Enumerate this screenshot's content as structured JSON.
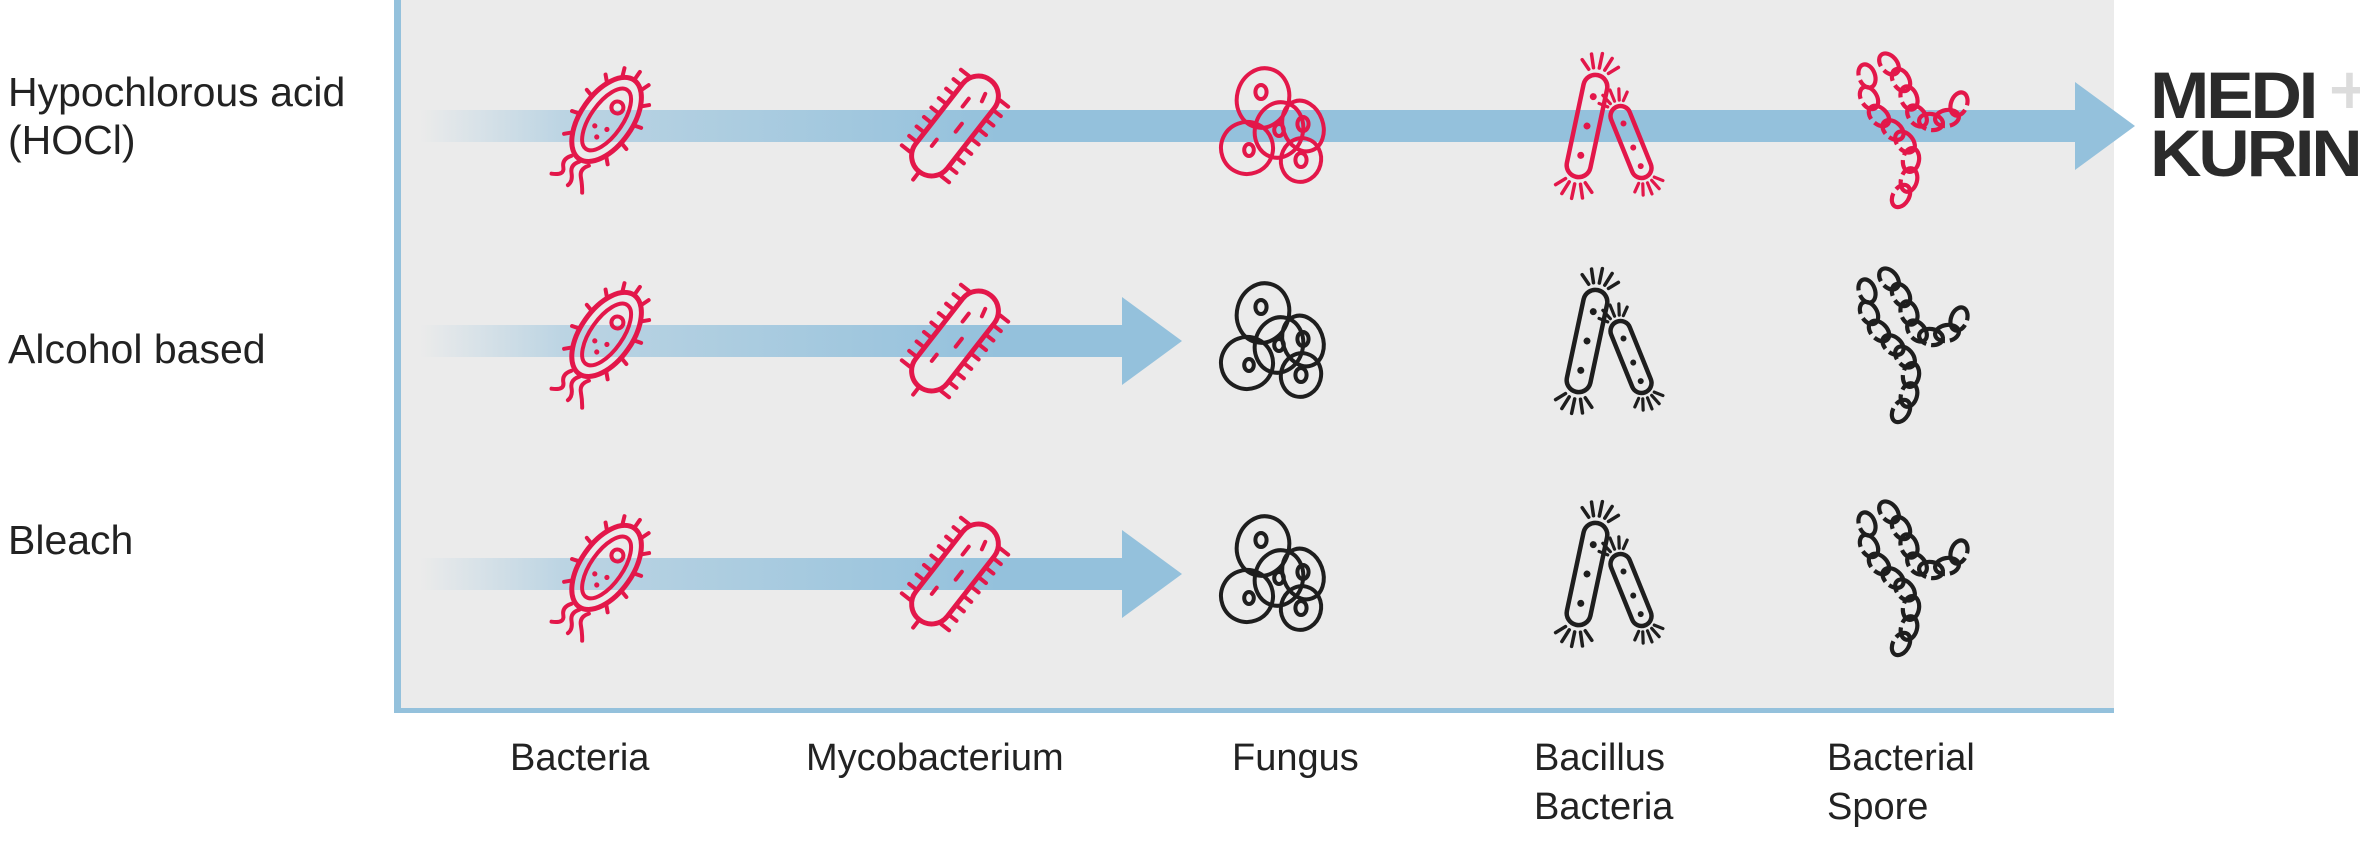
{
  "colors": {
    "panel_bg": "#ebebeb",
    "axis": "#94c1dc",
    "arrow": "#94c1dc",
    "effective": "#e3174a",
    "not_effective": "#1e1e1e",
    "text": "#222222",
    "logo": "#2b2b2b",
    "logo_plus": "#dcdcdc"
  },
  "rows": [
    {
      "label": "Hypochlorous acid\n(HOCl)",
      "reaches": 5
    },
    {
      "label": "Alcohol based",
      "reaches": 2
    },
    {
      "label": "Bleach",
      "reaches": 2
    }
  ],
  "columns": [
    {
      "label": "Bacteria",
      "icon": "bacteria-icon"
    },
    {
      "label": "Mycobacterium",
      "icon": "mycobacterium-icon"
    },
    {
      "label": "Fungus",
      "icon": "fungus-icon"
    },
    {
      "label": "Bacillus\nBacteria",
      "icon": "bacillus-icon"
    },
    {
      "label": "Bacterial\nSpore",
      "icon": "spore-icon"
    }
  ],
  "logo": {
    "line1": "MEDI",
    "line2": "KURIN",
    "plus": "+"
  }
}
